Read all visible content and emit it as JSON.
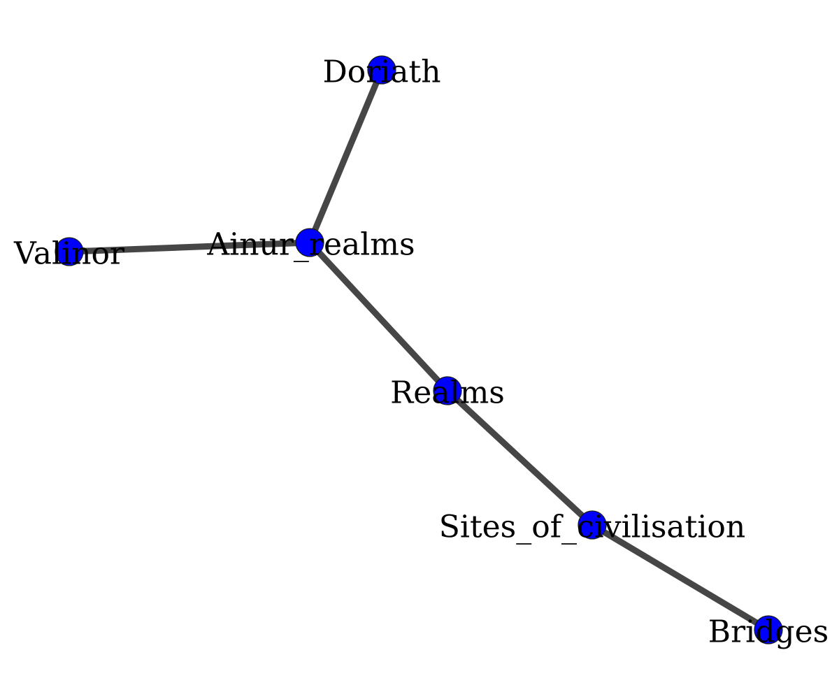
{
  "graph": {
    "node_color": "#0000ff",
    "edge_color": "#464646",
    "background": "#ffffff",
    "nodes": [
      {
        "id": "Doriath",
        "label": "Doriath"
      },
      {
        "id": "Valinor",
        "label": "Valinor"
      },
      {
        "id": "Ainur_realms",
        "label": "Ainur_realms"
      },
      {
        "id": "Realms",
        "label": "Realms"
      },
      {
        "id": "Sites_of_civilisation",
        "label": "Sites_of_civilisation"
      },
      {
        "id": "Bridges",
        "label": "Bridges"
      }
    ],
    "edges": [
      {
        "source": "Ainur_realms",
        "target": "Doriath"
      },
      {
        "source": "Ainur_realms",
        "target": "Valinor"
      },
      {
        "source": "Ainur_realms",
        "target": "Realms"
      },
      {
        "source": "Realms",
        "target": "Sites_of_civilisation"
      },
      {
        "source": "Sites_of_civilisation",
        "target": "Bridges"
      }
    ]
  }
}
